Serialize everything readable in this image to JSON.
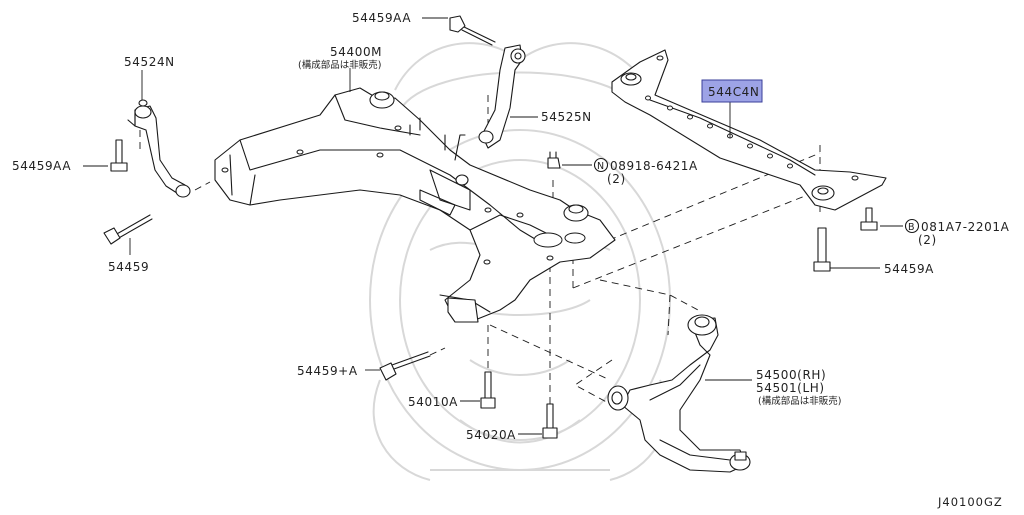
{
  "diagram_code": "J40100GZ",
  "watermark": "samurai-helmet-watermark",
  "callouts": [
    {
      "id": "54459AA_top",
      "text": "54459AA"
    },
    {
      "id": "54524N",
      "text": "54524N"
    },
    {
      "id": "54400M",
      "text": "54400M",
      "note": "(構成部品は非販売)"
    },
    {
      "id": "54459AA_left",
      "text": "54459AA"
    },
    {
      "id": "54525N",
      "text": "54525N"
    },
    {
      "id": "544C4N",
      "text": "544C4N",
      "highlighted": true,
      "highlight_color": "#9da3e6"
    },
    {
      "id": "08918",
      "prefix": "N",
      "text": "08918-6421A",
      "qty": "(2)"
    },
    {
      "id": "081A7",
      "prefix": "B",
      "text": "081A7-2201A",
      "qty": "(2)"
    },
    {
      "id": "54459",
      "text": "54459"
    },
    {
      "id": "54459A",
      "text": "54459A"
    },
    {
      "id": "54459plusA",
      "text": "54459+A"
    },
    {
      "id": "54010A",
      "text": "54010A"
    },
    {
      "id": "54020A",
      "text": "54020A"
    },
    {
      "id": "54500",
      "text": "54500(RH)"
    },
    {
      "id": "54501",
      "text": "54501(LH)",
      "note": "(構成部品は非販売)"
    }
  ]
}
